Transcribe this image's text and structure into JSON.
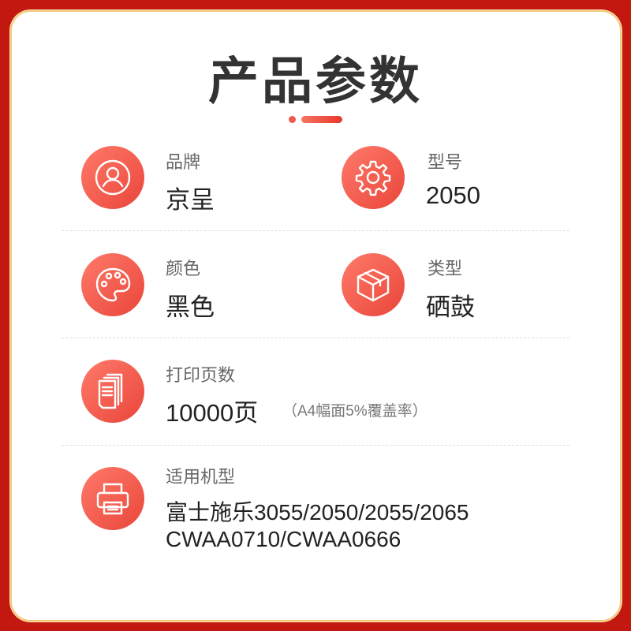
{
  "title": "产品参数",
  "accent": "#e9463a",
  "params": {
    "brand": {
      "label": "品牌",
      "value": "京呈",
      "icon": "user-icon"
    },
    "model": {
      "label": "型号",
      "value": "2050",
      "icon": "gear-icon"
    },
    "color": {
      "label": "颜色",
      "value": "黑色",
      "icon": "palette-icon"
    },
    "type": {
      "label": "类型",
      "value": "硒鼓",
      "icon": "box-icon"
    },
    "pages": {
      "label": "打印页数",
      "value": "10000页",
      "note": "（A4幅面5%覆盖率）",
      "icon": "documents-icon"
    },
    "compat": {
      "label": "适用机型",
      "line1": "富士施乐3055/2050/2055/2065",
      "line2": "CWAA0710/CWAA0666",
      "icon": "printer-icon"
    }
  }
}
